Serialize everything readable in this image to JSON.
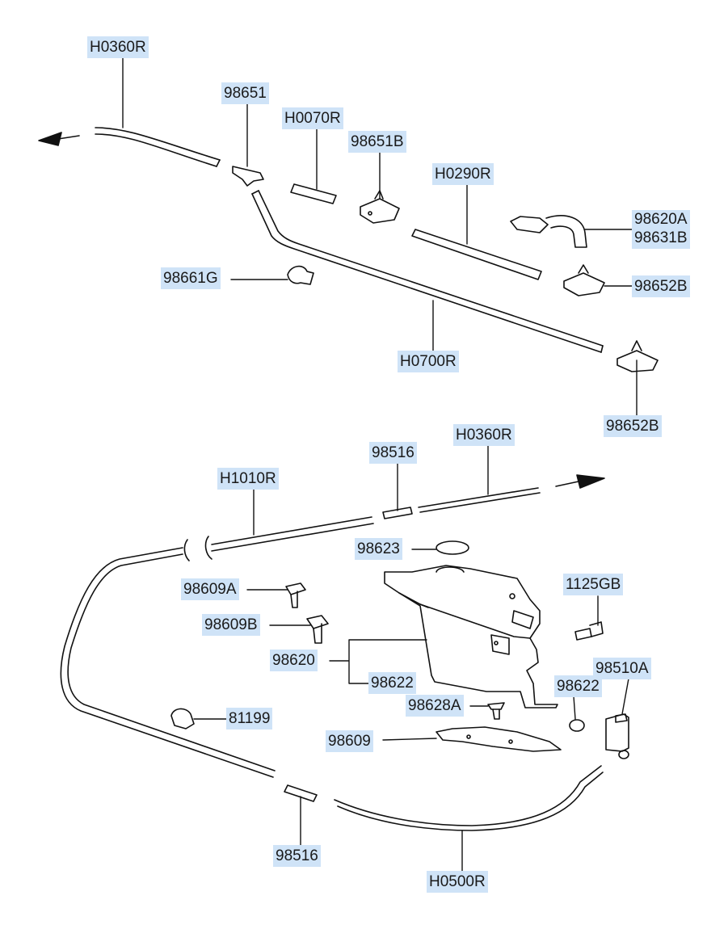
{
  "diagram": {
    "labels": {
      "h0360r_top": "H0360R",
      "p98651": "98651",
      "h0070r": "H0070R",
      "p98651b": "98651B",
      "h0290r": "H0290R",
      "p98620a": "98620A",
      "p98631b": "98631B",
      "p98661g": "98661G",
      "p98652b_mid": "98652B",
      "h0700r": "H0700R",
      "p98652b_low": "98652B",
      "h0360r_low": "H0360R",
      "p98516_top": "98516",
      "h1010r": "H1010R",
      "p98623": "98623",
      "p1125gb": "1125GB",
      "p98609a": "98609A",
      "p98609b": "98609B",
      "p98620": "98620",
      "p98622_left": "98622",
      "p98510a": "98510A",
      "p98622_right": "98622",
      "p98628a": "98628A",
      "p81199": "81199",
      "p98609": "98609",
      "p98516_bottom": "98516",
      "h0500r": "H0500R"
    },
    "colors": {
      "label_bg": "#cfe3f7",
      "line": "#111111"
    }
  }
}
